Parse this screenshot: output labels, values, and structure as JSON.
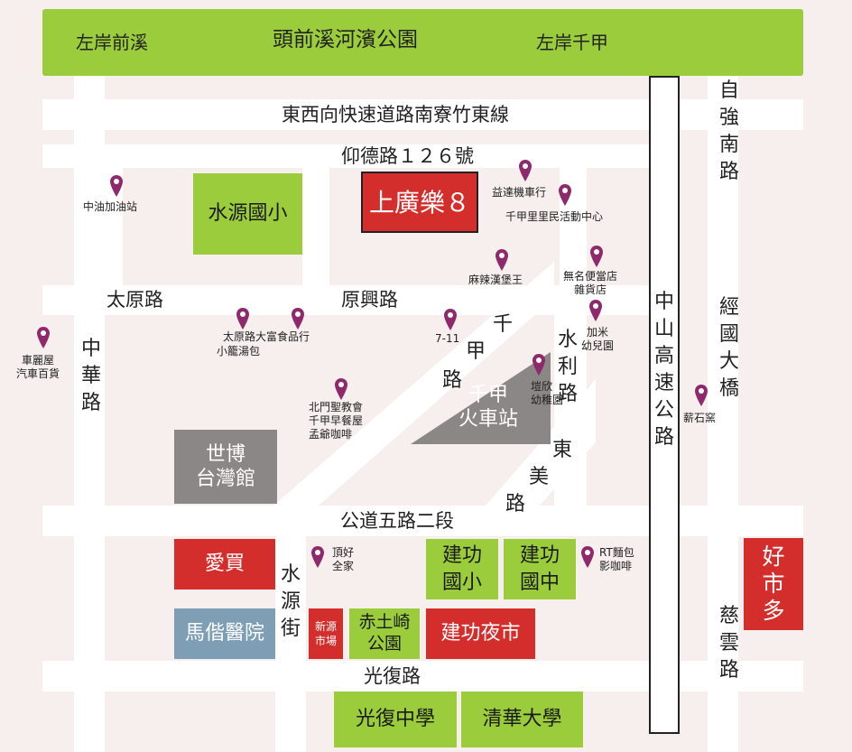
{
  "park_bar": {
    "left": "左岸前溪",
    "center": "頭前溪河濱公園",
    "right": "左岸千甲",
    "color": "#9bcc3c"
  },
  "roads": {
    "expressway": "東西向快速道路南寮竹東線",
    "yangde": "仰德路１２６號",
    "taiyuan": "太原路",
    "yuanxing": "原興路",
    "zhonghua": "中華路",
    "qianjia": "千甲路",
    "shuili": "水利路",
    "dongmei": "東美路",
    "gongdao5": "公道五路二段",
    "shuiyuan_st": "水源街",
    "guangfu": "光復路",
    "freeway": "中山高速公路",
    "ziqiang_s": "自強南路",
    "jingguo_bridge": "經國大橋",
    "ciyun": "慈雲路"
  },
  "blocks": {
    "target": "上廣樂８",
    "shuiyuan_school": "水源國小",
    "world_expo": "世博\n台灣館",
    "station": "千甲\n火車站",
    "aimai": "愛買",
    "mackay": "馬偕醫院",
    "xinyuan_market": "新源\n市場",
    "chituqi_park": "赤土崎\n公園",
    "jiangong_elem": "建功\n國小",
    "jiangong_junior": "建功\n國中",
    "jiangong_night": "建功夜市",
    "guangfu_high": "光復中學",
    "tsinghua": "清華大學",
    "costco": "好\n市\n多"
  },
  "pois": {
    "cpc_gas": "中油加油站",
    "yida_bike": "益達機車行",
    "qianjia_center": "千甲里里民活動中心",
    "spicy_burger": "麻辣漢堡王",
    "nameless_store": "無名便當店\n雜貨店",
    "jiami_kinder": "加米\n幼兒園",
    "seven_eleven": "7-11",
    "taiyuan_dafu": "太原路大富食品行",
    "xiaolongbao": "小籠湯包",
    "chelishi": "車麗屋\n汽車百貨",
    "church": "北門聖教會\n千甲早餐屋\n孟爺咖啡",
    "kaixin_kinder": "塏欣\n幼稚園",
    "xinshi_kiln": "薪石窯",
    "tophaul": "頂好\n全家",
    "rt_bakery": "RT麵包\n影咖啡"
  },
  "colors": {
    "background": "#f7eeee",
    "road": "#ffffff",
    "green": "#9bcc3c",
    "red": "#d42e2c",
    "gray": "#8a8786",
    "blue": "#7d9eb5",
    "pin": "#8e2a6b"
  }
}
